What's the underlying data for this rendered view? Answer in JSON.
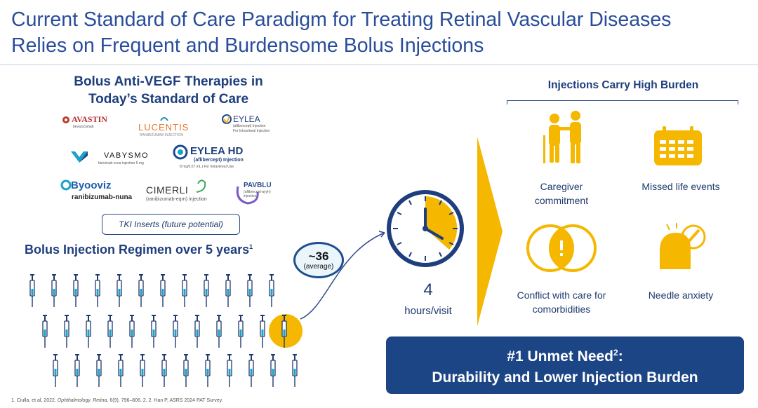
{
  "title_line1": "Current Standard of Care Paradigm for Treating Retinal Vascular Diseases",
  "title_line2": "Relies on Frequent and Burdensome Bolus Injections",
  "left_heading_line1": "Bolus Anti-VEGF Therapies in",
  "left_heading_line2": "Today’s Standard of Care",
  "brands": {
    "avastin": "AVASTIN",
    "avastin_sub": "bevacizumab",
    "lucentis": "LUCENTIS",
    "lucentis_sub": "RANIBIZUMAB INJECTION",
    "eylea": "EYLEA",
    "eylea_sub": "(aflibercept) Injection",
    "eylea_sub2": "For Intravitreal Injection",
    "vabysmo": "VABYSMO",
    "vabysmo_sub": "faricimab-svoa injection 6 mg",
    "eyleahd": "EYLEA HD",
    "eyleahd_sub": "(aflibercept) Injection",
    "eyleahd_sub2": "8 mg/0.07 mL | For Intravitreal Use",
    "byooviz": "Byooviz",
    "byooviz_sub": "ranibizumab-nuna",
    "cimerli": "CIMERLI",
    "cimerli_sub": "(ranibizumab-eqrn) injection",
    "pavblu": "PAVBLU",
    "pavblu_sub": "(aflibercept-ayyh)",
    "pavblu_sub2": "injection"
  },
  "tki": "TKI Inserts (future potential)",
  "regimen_heading": "Bolus Injection Regimen over 5 years",
  "regimen_sup": "1",
  "badge_value": "~36",
  "badge_label": "(average)",
  "syringe_count": 36,
  "clock_value": "4",
  "clock_unit": "hours/visit",
  "burden_heading": "Injections Carry High Burden",
  "burden": {
    "caregiver": "Caregiver commitment",
    "missed": "Missed life events",
    "conflict": "Conflict with care for comorbidities",
    "needle": "Needle anxiety"
  },
  "unmet_line1": "#1 Unmet Need",
  "unmet_sup": "2",
  "unmet_colon": ":",
  "unmet_line2": "Durability and Lower Injection Burden",
  "footnote_a": "1. Ciulla, et al, 2022. ",
  "footnote_journal": "Ophthalmology. Retina",
  "footnote_b": ", 6(9), 796–806. 2. 2. Han P, ASRS 2024 PAT Survey.",
  "colors": {
    "navy": "#1c4585",
    "title_blue": "#2a4d9b",
    "accent_gold": "#f5b700",
    "light_blue": "#eaf6fb"
  }
}
